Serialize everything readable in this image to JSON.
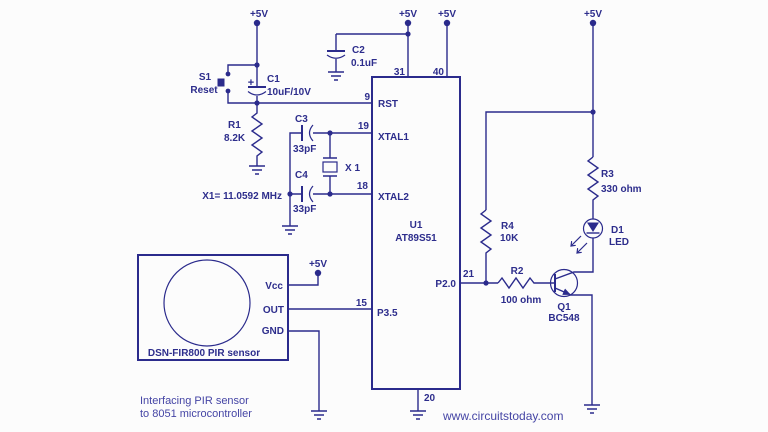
{
  "colors": {
    "line": "#2b2b8c",
    "text": "#2d2d8c",
    "caption": "#4545a5",
    "background": "#fcfcfc"
  },
  "power_label": "+5V",
  "reset_switch": {
    "ref": "S1",
    "label": "Reset"
  },
  "c1": {
    "ref": "C1",
    "value": "10uF/10V",
    "polarity": "+"
  },
  "r1": {
    "ref": "R1",
    "value": "8.2K"
  },
  "c2": {
    "ref": "C2",
    "value": "0.1uF"
  },
  "c3": {
    "ref": "C3",
    "value": "33pF"
  },
  "c4": {
    "ref": "C4",
    "value": "33pF"
  },
  "crystal": {
    "ref": "X 1",
    "note": "X1= 11.0592 MHz"
  },
  "ic": {
    "ref": "U1",
    "part": "AT89S51",
    "pins": {
      "rst": {
        "num": "9",
        "label": "RST"
      },
      "xtal1": {
        "num": "19",
        "label": "XTAL1"
      },
      "xtal2": {
        "num": "18",
        "label": "XTAL2"
      },
      "vcc31": {
        "num": "31"
      },
      "vcc40": {
        "num": "40"
      },
      "p20": {
        "num": "21",
        "label": "P2.0"
      },
      "p35": {
        "num": "15",
        "label": "P3.5"
      },
      "gnd20": {
        "num": "20"
      }
    }
  },
  "r4": {
    "ref": "R4",
    "value": "10K"
  },
  "r2": {
    "ref": "R2",
    "value": "100 ohm"
  },
  "r3": {
    "ref": "R3",
    "value": "330 ohm"
  },
  "d1": {
    "ref": "D1",
    "type": "LED"
  },
  "q1": {
    "ref": "Q1",
    "part": "BC548"
  },
  "pir": {
    "name": "DSN-FIR800 PIR sensor",
    "pins": [
      "Vcc",
      "OUT",
      "GND"
    ]
  },
  "caption": {
    "line1": "Interfacing PIR sensor",
    "line2": "to 8051 microcontroller"
  },
  "website": "www.circuitstoday.com"
}
